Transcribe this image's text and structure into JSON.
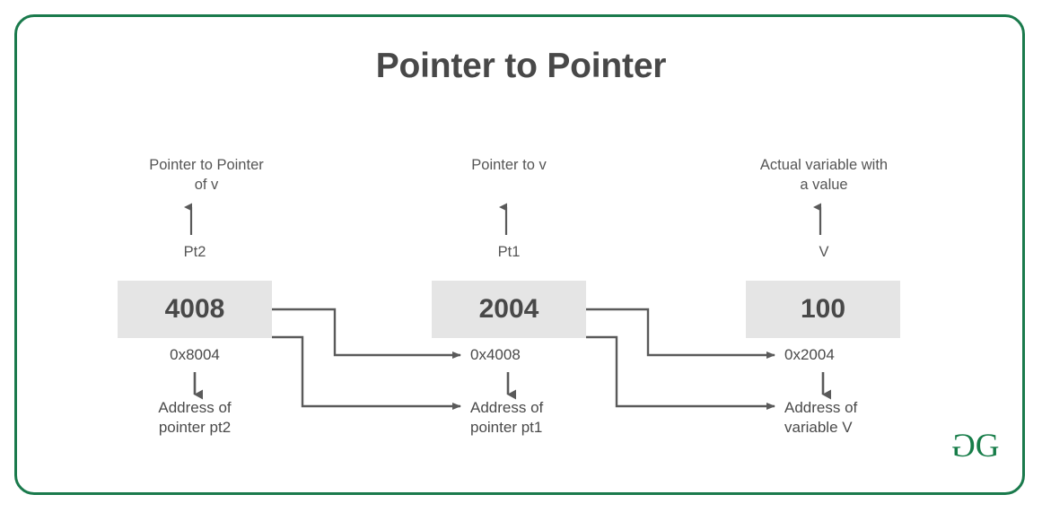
{
  "page": {
    "title": "Pointer to Pointer",
    "border_color": "#1a7a4c",
    "cell_bg": "#e5e5e5",
    "text_color": "#484848",
    "line_color": "#5a5a5a",
    "logo_color": "#177d49",
    "logo_text": "GG"
  },
  "columns": [
    {
      "id": "pointer-to-pointer",
      "caption": "Pointer to Pointer\nof v",
      "caption_line1": "Pointer to Pointer",
      "caption_line2": "of v",
      "variable": "Pt2",
      "value": "4008",
      "address": "0x8004",
      "desc_line1": "Address of",
      "desc_line2": "pointer pt2"
    },
    {
      "id": "pointer-to-v",
      "caption": "Pointer to v",
      "caption_line1": "Pointer to v",
      "caption_line2": "",
      "variable": "Pt1",
      "value": "2004",
      "address": "0x4008",
      "desc_line1": "Address of",
      "desc_line2": "pointer pt1"
    },
    {
      "id": "actual-variable",
      "caption": "Actual variable with\na value",
      "caption_line1": "Actual variable with",
      "caption_line2": "a value",
      "variable": "V",
      "value": "100",
      "address": "0x2004",
      "desc_line1": "Address of",
      "desc_line2": "variable V"
    }
  ],
  "icons": {
    "up_arrow": "up-arrow-icon",
    "down_arrow": "down-arrow-icon",
    "connector": "connector-arrow-icon"
  }
}
